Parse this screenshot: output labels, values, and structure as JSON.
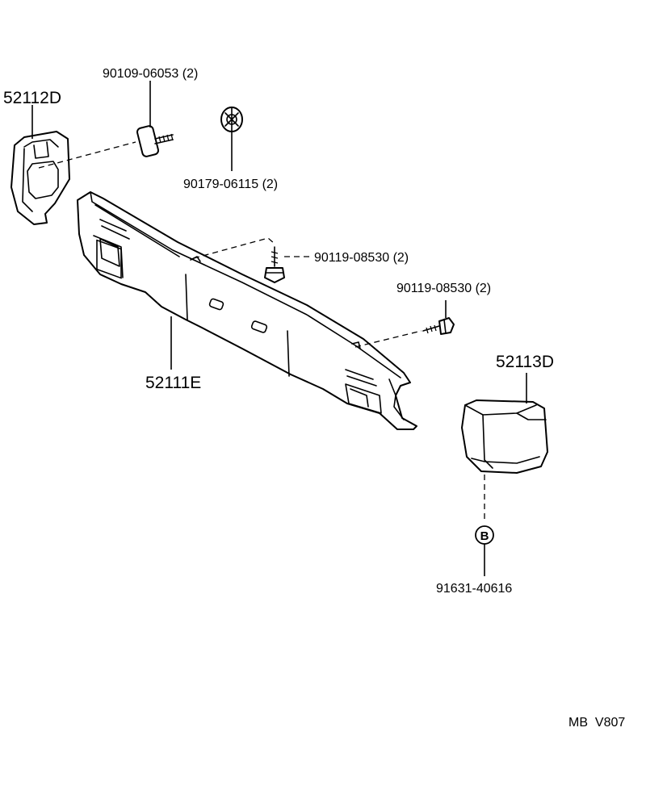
{
  "diagram": {
    "labels": {
      "left_corner": "52112D",
      "bolt_top": "90109-06053 (2)",
      "clip": "90179-06115 (2)",
      "screw_mid": "90119-08530 (2)",
      "screw_right": "90119-08530 (2)",
      "bumper": "52111E",
      "right_corner": "52113D",
      "callout_b": "B",
      "nut": "91631-40616",
      "footer_code": "MB  V807"
    }
  }
}
